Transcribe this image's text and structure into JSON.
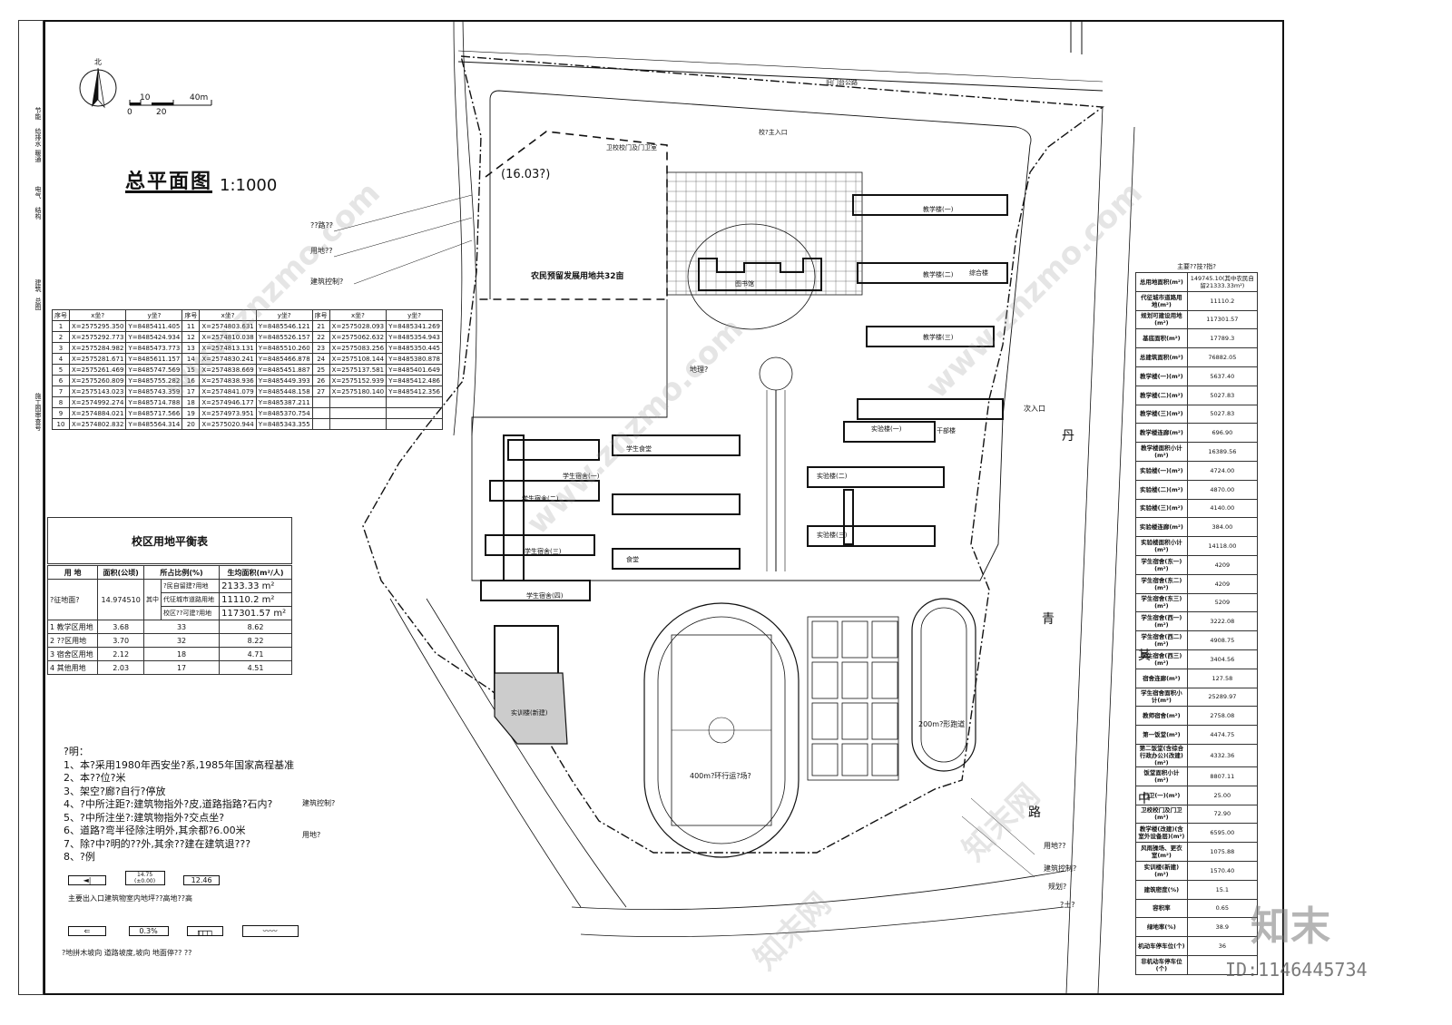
{
  "drawing": {
    "title": "总平面图",
    "scale": "1:1000",
    "north_label": "北",
    "scale_bar": [
      "0",
      "10",
      "20",
      "40m"
    ],
    "border_stamps": [
      "节能",
      "给排水",
      "暖通",
      "电气",
      "结构",
      "建筑",
      "总图",
      "施工图审查号"
    ]
  },
  "site_labels": {
    "reserve_land": "农民预留发展用地共32亩",
    "height_mark": "(16.03?)",
    "green": "地理?",
    "top_road": "旧门台公路",
    "road_right": "丹",
    "road_right2": "青",
    "road_right3": "路",
    "road_right_b": "其",
    "road_right_c": "中",
    "entrance": "次入口",
    "main_gate": "卫校校门及门卫室",
    "school_gate": "校?主入口",
    "field_400": "400m?环行运?场?",
    "field_200": "200m?形跑道",
    "boundary_road": "??路??",
    "boundary_land": "用地??",
    "boundary_ctrl": "建筑控制?",
    "bottom_road": "用地??",
    "bottom_ctrl": "建筑控制?",
    "bottom_line": "规划?",
    "bottom_soil": "?土?",
    "left_ctrl": "建筑控制?",
    "left_land": "用地?"
  },
  "buildings": [
    "教学楼(一)",
    "教学楼(二)",
    "教学楼(三)",
    "实验楼(一)",
    "实验楼(二)",
    "实验楼(三)",
    "学生宿舍(一)",
    "学生宿舍(二)",
    "学生宿舍(三)",
    "学生宿舍(四)",
    "图书馆",
    "实训楼(新建)",
    "学生食堂",
    "干部楼",
    "食堂",
    "综合楼"
  ],
  "coord_table": {
    "headers": [
      "序号",
      "x坐?",
      "y坐?",
      "序号",
      "x坐?",
      "y坐?",
      "序号",
      "x坐?",
      "y坐?"
    ],
    "rows": [
      [
        "1",
        "X=2575295.350",
        "Y=8485411.405",
        "11",
        "X=2574803.631",
        "Y=8485546.121",
        "21",
        "X=2575028.093",
        "Y=8485341.269"
      ],
      [
        "2",
        "X=2575292.773",
        "Y=8485424.934",
        "12",
        "X=2574810.038",
        "Y=8485526.157",
        "22",
        "X=2575062.632",
        "Y=8485354.943"
      ],
      [
        "3",
        "X=2575284.982",
        "Y=8485473.773",
        "13",
        "X=2574813.131",
        "Y=8485510.260",
        "23",
        "X=2575083.256",
        "Y=8485350.445"
      ],
      [
        "4",
        "X=2575281.671",
        "Y=8485611.157",
        "14",
        "X=2574830.241",
        "Y=8485466.878",
        "24",
        "X=2575108.144",
        "Y=8485380.878"
      ],
      [
        "5",
        "X=2575261.469",
        "Y=8485747.569",
        "15",
        "X=2574838.669",
        "Y=8485451.887",
        "25",
        "X=2575137.581",
        "Y=8485401.649"
      ],
      [
        "6",
        "X=2575260.809",
        "Y=8485755.282",
        "16",
        "X=2574838.936",
        "Y=8485449.393",
        "26",
        "X=2575152.939",
        "Y=8485412.486"
      ],
      [
        "7",
        "X=2575143.023",
        "Y=8485743.359",
        "17",
        "X=2574841.079",
        "Y=8485448.158",
        "27",
        "X=2575180.140",
        "Y=8485412.356"
      ],
      [
        "8",
        "X=2574992.274",
        "Y=8485714.788",
        "18",
        "X=2574946.177",
        "Y=8485387.211",
        "",
        "",
        ""
      ],
      [
        "9",
        "X=2574884.021",
        "Y=8485717.566",
        "19",
        "X=2574973.951",
        "Y=8485370.754",
        "",
        "",
        ""
      ],
      [
        "10",
        "X=2574802.832",
        "Y=8485564.314",
        "20",
        "X=2575020.944",
        "Y=8485343.355",
        "",
        "",
        ""
      ]
    ]
  },
  "balance_table": {
    "title": "校区用地平衡表",
    "headers": [
      "用 地",
      "面积(公顷)",
      "所占比例(%)",
      "生均面积(m²/人)"
    ],
    "land_label": "?征地面?",
    "land_area": "14.974510",
    "sub_label": "其中",
    "sub_rows": [
      [
        "?民自留建?用地",
        "2133.33",
        "m²"
      ],
      [
        "代征城市道路用地",
        "11110.2",
        "m²"
      ],
      [
        "校区??可建?用地",
        "117301.57",
        "m²"
      ]
    ],
    "rows": [
      [
        "1",
        "教学区用地",
        "3.68",
        "33",
        "8.62"
      ],
      [
        "2",
        "??区用地",
        "3.70",
        "32",
        "8.22"
      ],
      [
        "3",
        "宿舍区用地",
        "2.12",
        "18",
        "4.71"
      ],
      [
        "4",
        "其他用地",
        "2.03",
        "17",
        "4.51"
      ]
    ]
  },
  "notes": {
    "title": "?明：",
    "items": [
      "1、本?采用1980年西安坐?系,1985年国家高程基准",
      "2、本??位?米",
      "3、架空?廊?自行?停放",
      "4、?中所注距?:建筑物指外?皮,道路指路?石内?",
      "5、?中所注坐?:建筑物指外?交点坐?",
      "6、道路?弯半径除注明外,其余都?6.00米",
      "7、除?中?明的??外,其余??建在建筑退???",
      "8、?例"
    ]
  },
  "legend": {
    "row1_caption": "主要出入口建筑物室内地坪??高地??高",
    "row1_items": [
      "◄|",
      "14.75 (±0.00)",
      "12.46"
    ],
    "row2_caption": "?地拼木坡向    道路坡度,坡向    地面停??        ??",
    "row2_items": [
      "0.3%"
    ]
  },
  "econ_table": {
    "title": "主要??技?指?",
    "rows": [
      [
        "总用地面积(m²)",
        "149745.10(其中农民自留21333.33m²)"
      ],
      [
        "代征城市道路用地(m²)",
        "11110.2"
      ],
      [
        "规划可建设用地(m²)",
        "117301.57"
      ],
      [
        "基底面积(m²)",
        "17789.3"
      ],
      [
        "总建筑面积(m²)",
        "76882.05"
      ],
      [
        "教学楼(一)(m²)",
        "5637.40"
      ],
      [
        "教学楼(二)(m²)",
        "5027.83"
      ],
      [
        "教学楼(三)(m²)",
        "5027.83"
      ],
      [
        "教学楼连廊(m²)",
        "696.90"
      ],
      [
        "教学楼面积小计(m²)",
        "16389.56"
      ],
      [
        "实验楼(一)(m²)",
        "4724.00"
      ],
      [
        "实验楼(二)(m²)",
        "4870.00"
      ],
      [
        "实验楼(三)(m²)",
        "4140.00"
      ],
      [
        "实验楼连廊(m²)",
        "384.00"
      ],
      [
        "实验楼面积小计(m²)",
        "14118.00"
      ],
      [
        "学生宿舍(东一)(m²)",
        "4209"
      ],
      [
        "学生宿舍(东二)(m²)",
        "4209"
      ],
      [
        "学生宿舍(东三)(m²)",
        "5209"
      ],
      [
        "学生宿舍(西一)(m²)",
        "3222.08"
      ],
      [
        "学生宿舍(西二)(m²)",
        "4908.75"
      ],
      [
        "学生宿舍(西三)(m²)",
        "3404.56"
      ],
      [
        "宿舍连廊(m²)",
        "127.58"
      ],
      [
        "学生宿舍面积小计(m²)",
        "25289.97"
      ],
      [
        "教师宿舍(m²)",
        "2758.08"
      ],
      [
        "第一饭堂(m²)",
        "4474.75"
      ],
      [
        "第二饭堂(含综合行政办公)(改建)(m²)",
        "4332.36"
      ],
      [
        "饭堂面积小计(m²)",
        "8807.11"
      ],
      [
        "门卫(一)(m²)",
        "25.00"
      ],
      [
        "卫校校门及门卫(m²)",
        "72.90"
      ],
      [
        "教学楼(改建)(含室外设备层)(m²)",
        "6595.00"
      ],
      [
        "风雨操场、更衣室(m²)",
        "1075.88"
      ],
      [
        "实训楼(新建)(m²)",
        "1570.40"
      ],
      [
        "建筑密度(%)",
        "15.1"
      ],
      [
        "容积率",
        "0.65"
      ],
      [
        "绿地率(%)",
        "38.9"
      ],
      [
        "机动车停车位(个)",
        "36"
      ],
      [
        "非机动车停车位(个)",
        ""
      ]
    ]
  },
  "watermarks": {
    "site": "www.znzmo.com",
    "brand": "知末网",
    "logo": "知末",
    "id": "ID:1146445734"
  }
}
